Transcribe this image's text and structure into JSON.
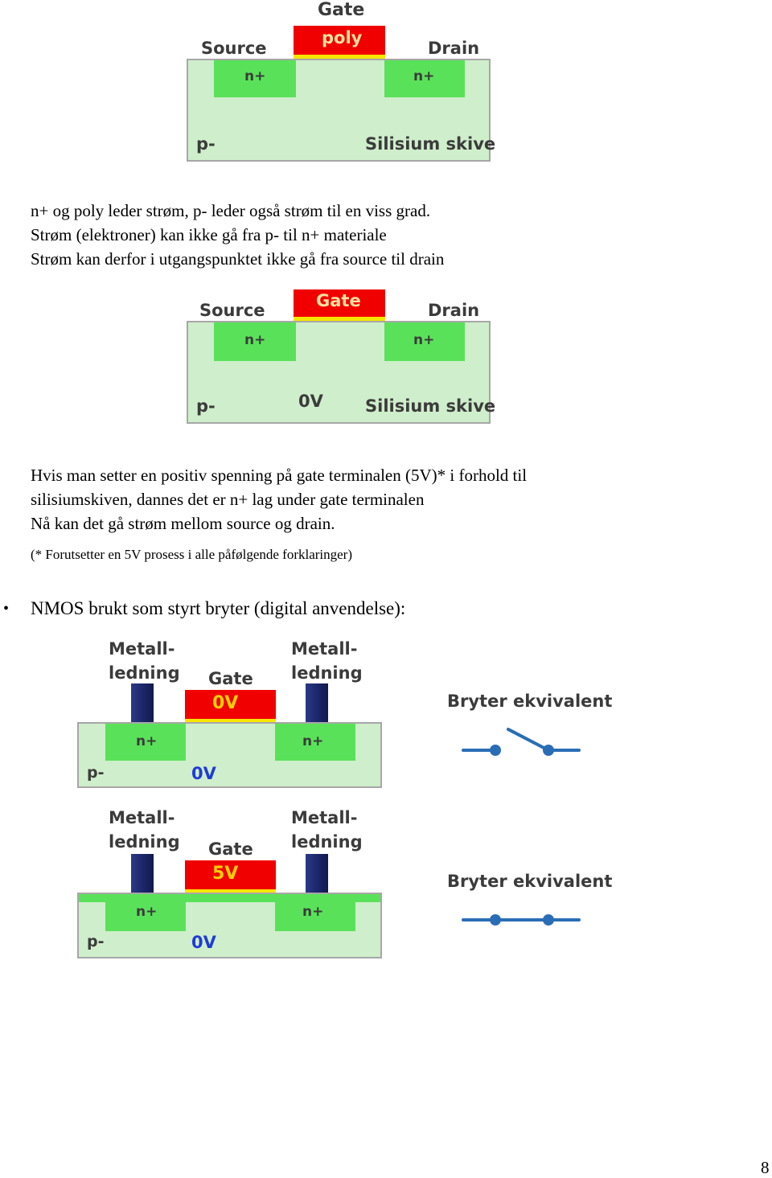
{
  "diagram1": {
    "gate_top_label": "Gate",
    "poly_label": "poly",
    "source_label": "Source",
    "drain_label": "Drain",
    "n_left": "n+",
    "n_right": "n+",
    "p_label": "p-",
    "substrate_label": "Silisium skive"
  },
  "text1": {
    "line1": "n+ og poly leder strøm, p- leder også strøm til en viss grad.",
    "line2": "Strøm  (elektroner) kan ikke gå fra p- til n+ materiale",
    "line3": "Strøm kan derfor i utgangspunktet ikke gå fra source til drain"
  },
  "diagram2": {
    "gate_label": "Gate",
    "source_label": "Source",
    "drain_label": "Drain",
    "n_left": "n+",
    "n_right": "n+",
    "p_label": "p-",
    "voltage_label": "0V",
    "substrate_label": "Silisium skive"
  },
  "text2": {
    "line1": "Hvis man setter en positiv spenning på gate terminalen (5V)* i forhold til",
    "line2": "silisiumskiven, dannes det er n+ lag under gate terminalen",
    "line3": "Nå kan det gå strøm mellom source og drain.",
    "note": "(* Forutsetter en 5V prosess i alle påfølgende forklaringer)"
  },
  "bullet": {
    "marker": "•",
    "text": "NMOS brukt som styrt bryter (digital anvendelse):"
  },
  "diagram3": {
    "metal_left_1": "Metall-",
    "metal_left_2": "ledning",
    "metal_right_1": "Metall-",
    "metal_right_2": "ledning",
    "gate_label": "Gate",
    "gate_voltage": "0V",
    "n_left": "n+",
    "n_right": "n+",
    "p_label": "p-",
    "substrate_voltage": "0V",
    "switch_label": "Bryter ekvivalent",
    "switch_state": "open"
  },
  "diagram4": {
    "metal_left_1": "Metall-",
    "metal_left_2": "ledning",
    "metal_right_1": "Metall-",
    "metal_right_2": "ledning",
    "gate_label": "Gate",
    "gate_voltage": "5V",
    "n_left": "n+",
    "n_right": "n+",
    "p_label": "p-",
    "substrate_voltage": "0V",
    "switch_label": "Bryter ekvivalent",
    "switch_state": "closed"
  },
  "page_number": "8",
  "colors": {
    "substrate": "#cfeecb",
    "n_plus": "#59e259",
    "gate": "#f00000",
    "oxide": "#f6e600",
    "metal": "#1a2466",
    "switch": "#2a6db5",
    "voltage_text": "#1f3bd6"
  }
}
